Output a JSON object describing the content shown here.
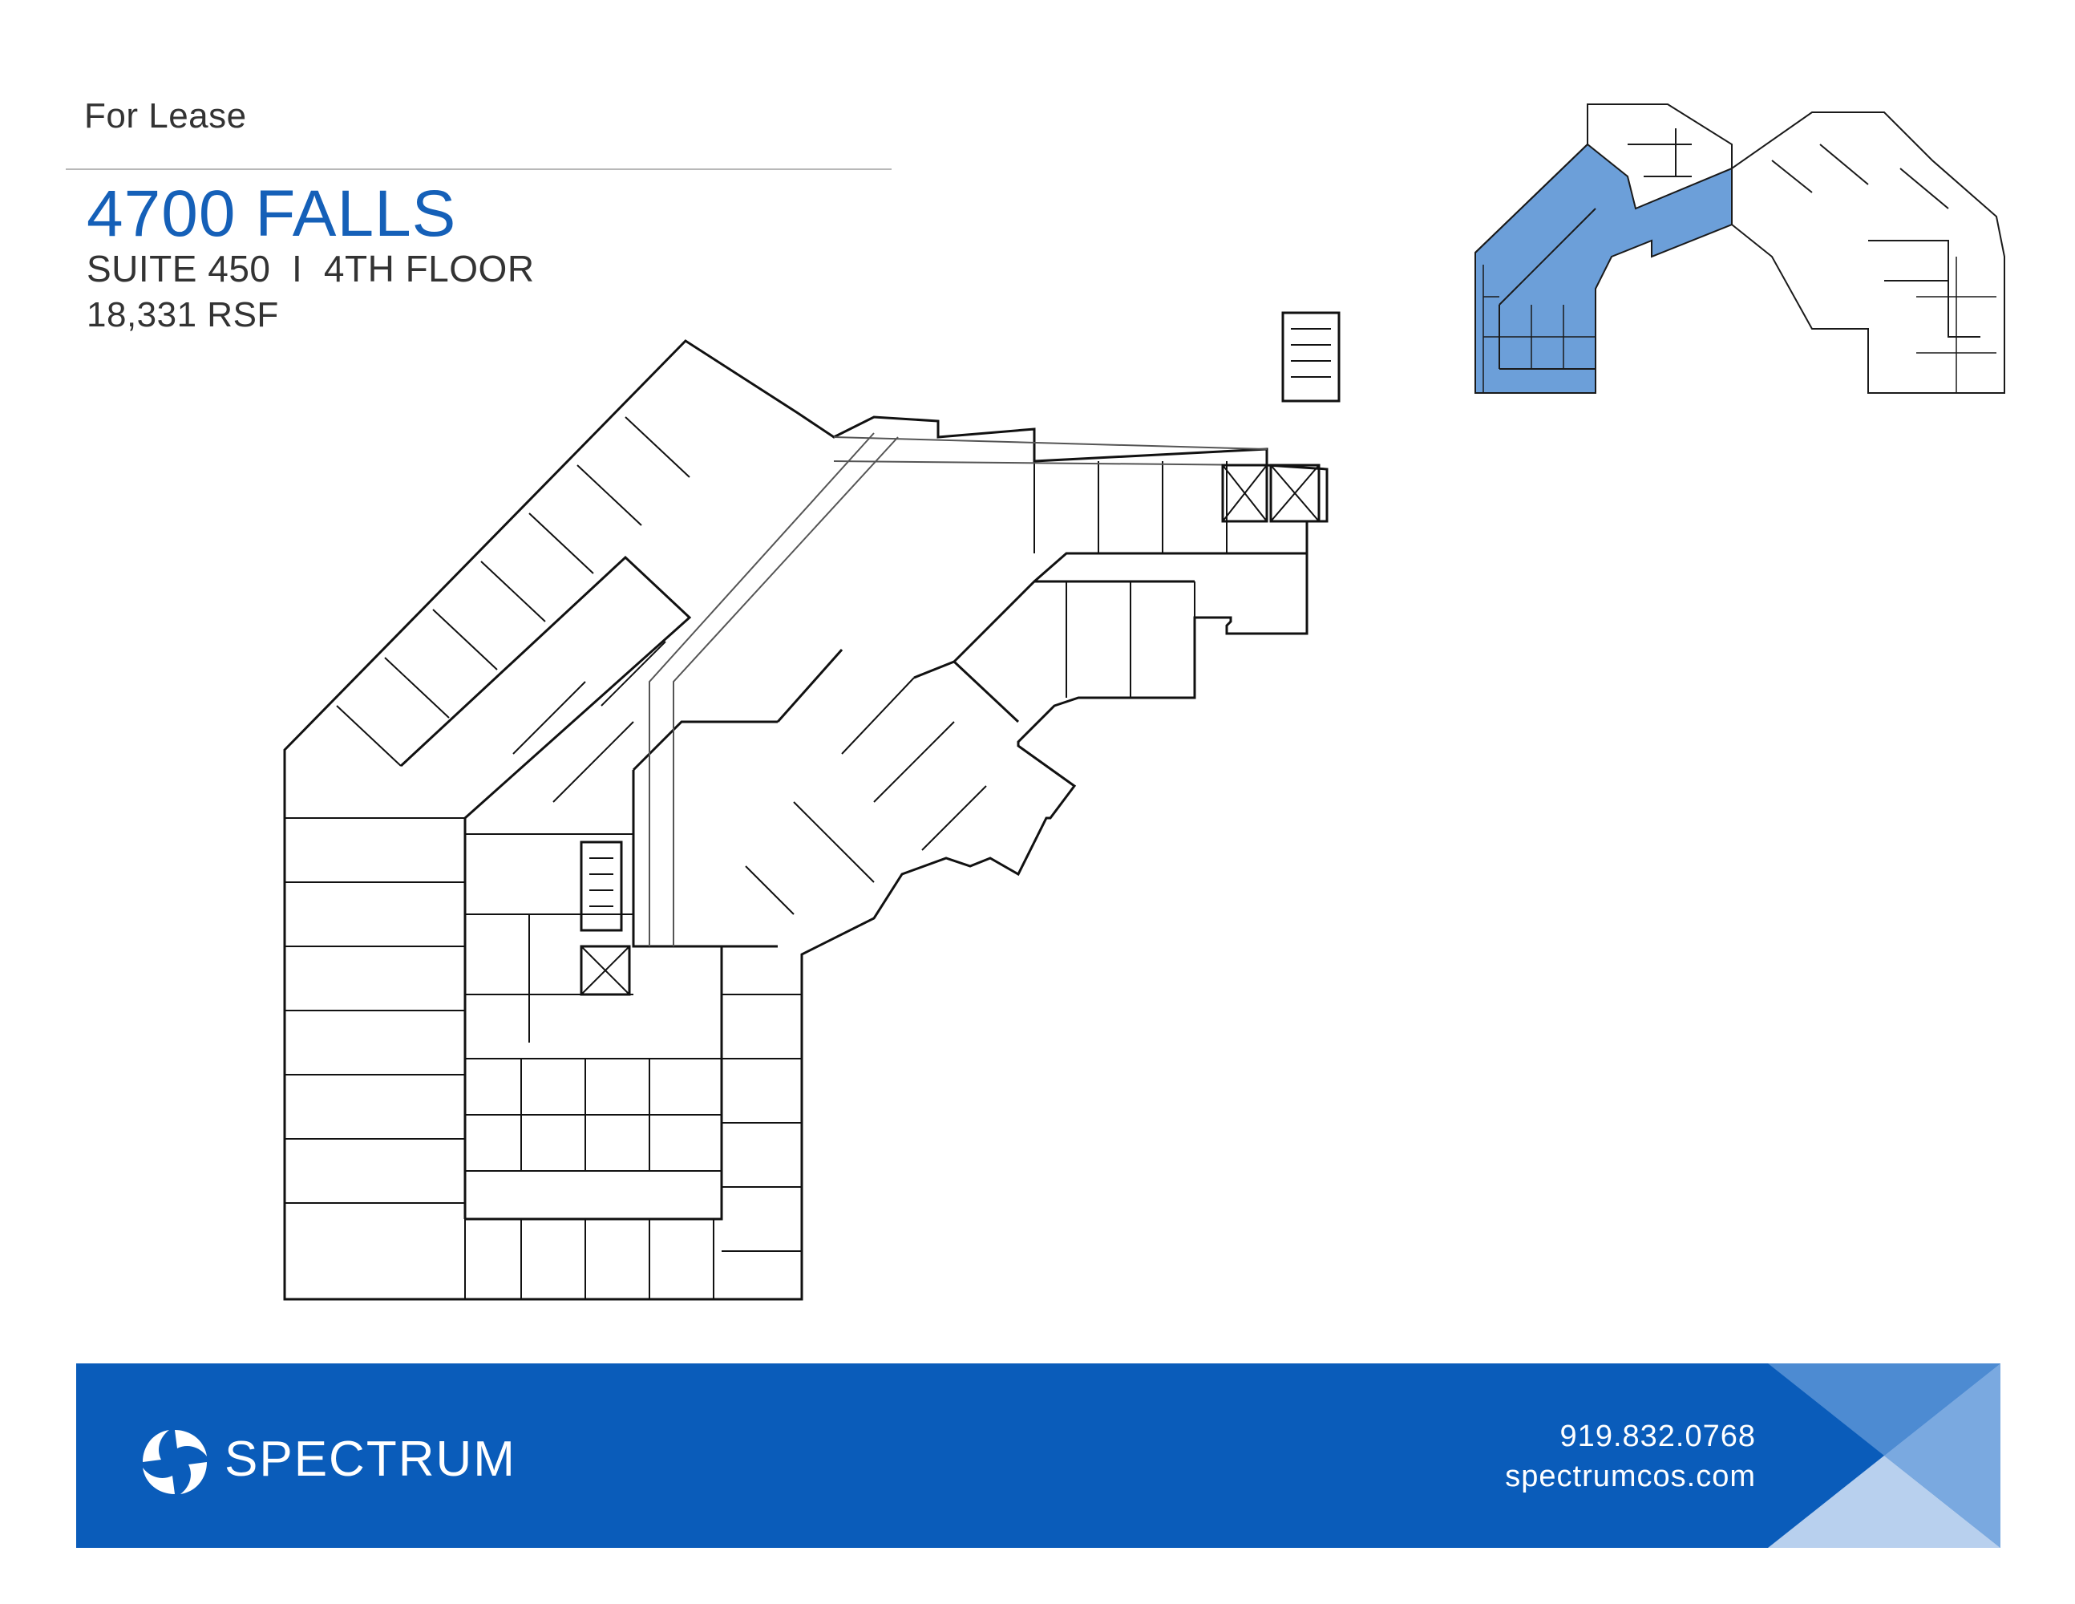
{
  "header": {
    "tag": "For Lease",
    "title": "4700 FALLS",
    "subtitle": "SUITE 450  I  4TH FLOOR",
    "area": "18,331 RSF"
  },
  "footer": {
    "brand": "SPECTRUM",
    "phone": "919.832.0768",
    "website": "spectrumcos.com"
  },
  "colors": {
    "brand_blue": "#0a5cba",
    "title_blue": "#1560b8",
    "highlight_blue": "#6c9fd9"
  }
}
